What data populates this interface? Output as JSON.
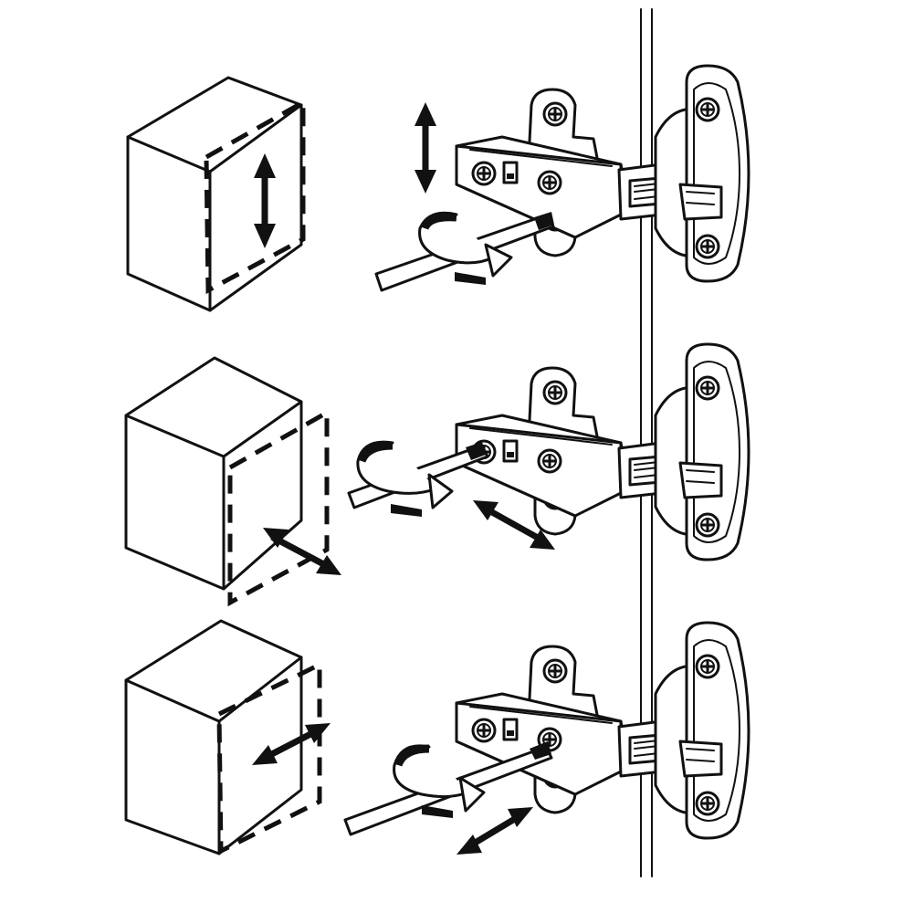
{
  "diagram": {
    "steps": [
      {
        "id": "height-adjustment",
        "direction": "vertical"
      },
      {
        "id": "depth-adjustment",
        "direction": "depth"
      },
      {
        "id": "side-adjustment",
        "direction": "horizontal"
      }
    ],
    "colors": {
      "line": "#111111",
      "fill": "#ffffff"
    }
  }
}
